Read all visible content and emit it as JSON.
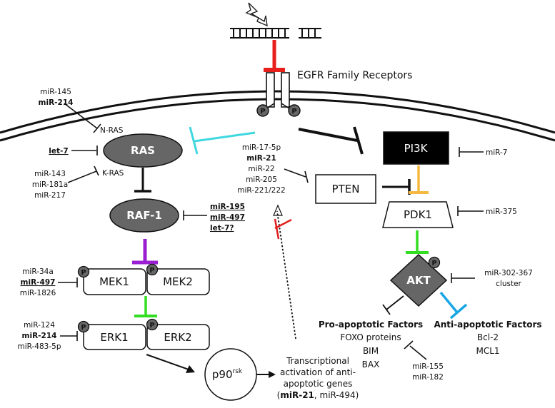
{
  "title_label": "EGFR Family Receptors",
  "nodes": {
    "ras": "RAS",
    "raf1": "RAF-1",
    "mek1": "MEK1",
    "mek2": "MEK2",
    "erk1": "ERK1",
    "erk2": "ERK2",
    "pi3k": "PI3K",
    "pten": "PTEN",
    "pdk1": "PDK1",
    "akt": "AKT",
    "p90_main": "p90",
    "p90_sup": "rsk",
    "phospho": "P"
  },
  "sublabels": {
    "n_ras": "N-RAS",
    "k_ras": "K-RAS"
  },
  "mirna": {
    "n_ras_group": [
      "miR-145",
      "miR-214"
    ],
    "ras_let7": "let-7",
    "k_ras_group": [
      "miR-143",
      "miR-181a",
      "miR-217"
    ],
    "raf_group": [
      "miR-195",
      "miR-497",
      "let-7?"
    ],
    "mek_group": [
      "miR-34a",
      "miR-497",
      "miR-1826"
    ],
    "erk_group": [
      "miR-124",
      "miR-214",
      "miR-483-5p"
    ],
    "pten_group": [
      "miR-17-5p",
      "miR-21",
      "miR-22",
      "miR-205",
      "miR-221/222"
    ],
    "pi3k": "miR-7",
    "pdk1": "miR-375",
    "akt_group": [
      "miR-302-367",
      "cluster"
    ],
    "pro_apop_group": [
      "miR-155",
      "miR-182"
    ]
  },
  "pro_apoptotic": {
    "title": "Pro-apoptotic Factors",
    "items": [
      "FOXO proteins",
      "BIM",
      "BAX"
    ]
  },
  "anti_apoptotic": {
    "title": "Anti-apoptotic Factors",
    "items": [
      "Bcl-2",
      "MCL1"
    ]
  },
  "transcription": {
    "lines": [
      "Transcriptional",
      "activation of anti-",
      "apoptotic genes"
    ],
    "mir_bold": "miR-21",
    "mir_rest": ", miR-494)"
  },
  "colors": {
    "ligand_inhibitor": "#e8201c",
    "ras_inhibitor": "#3fd8e0",
    "raf_mek": "#9a1fd0",
    "mek_erk_akt": "#33dd22",
    "pten_pdk1": "#f5b942",
    "akt_anti": "#1aa7e6",
    "p90_feedback": "#e02020"
  }
}
